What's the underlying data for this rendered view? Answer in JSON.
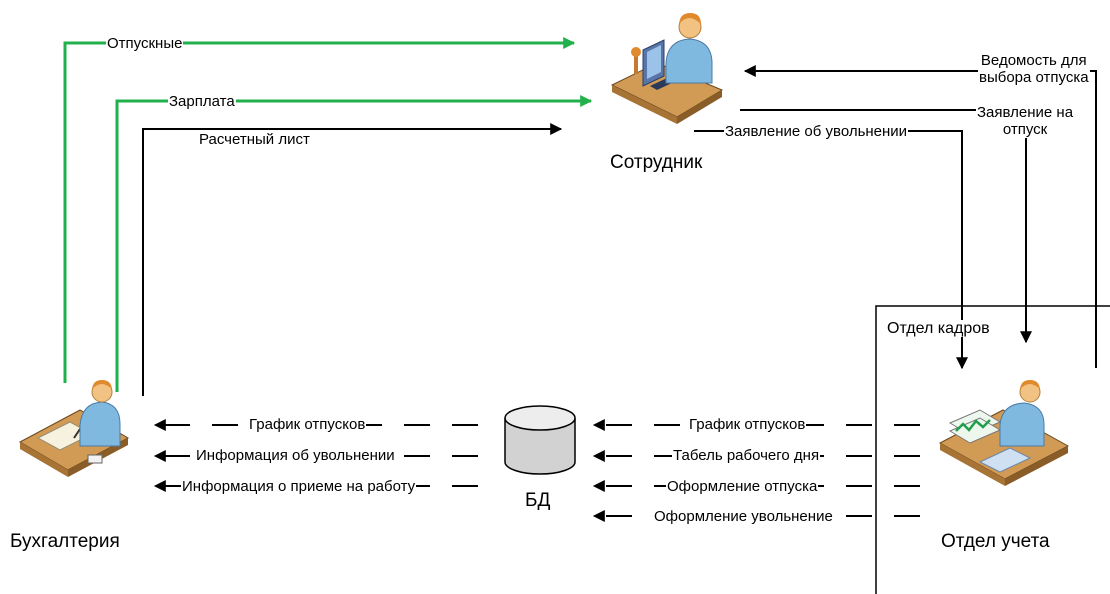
{
  "nodes": {
    "employee": "Сотрудник",
    "accounting": "Бухгалтерия",
    "database": "БД",
    "records_dept": "Отдел учета",
    "hr_department": "Отдел кадров"
  },
  "flows_to_employee": {
    "vacation_pay": "Отпускные",
    "salary": "Зарплата",
    "pay_slip": "Расчетный лист"
  },
  "employee_flows": {
    "vacation_selection_sheet_line1": "Ведомость для",
    "vacation_selection_sheet_line2": "выбора отпуска",
    "vacation_request_line1": "Заявление на",
    "vacation_request_line2": "отпуск",
    "dismissal_request": "Заявление об увольнении"
  },
  "db_to_accounting": [
    "График отпусков",
    "Информация об увольнении",
    "Информация о приеме на работу"
  ],
  "records_to_db": [
    "График отпусков",
    "Табель рабочего дня",
    "Оформление отпуска",
    "Оформление увольнение"
  ],
  "colors": {
    "payment_arrows": "#21b04b",
    "document_arrows": "#000000"
  }
}
